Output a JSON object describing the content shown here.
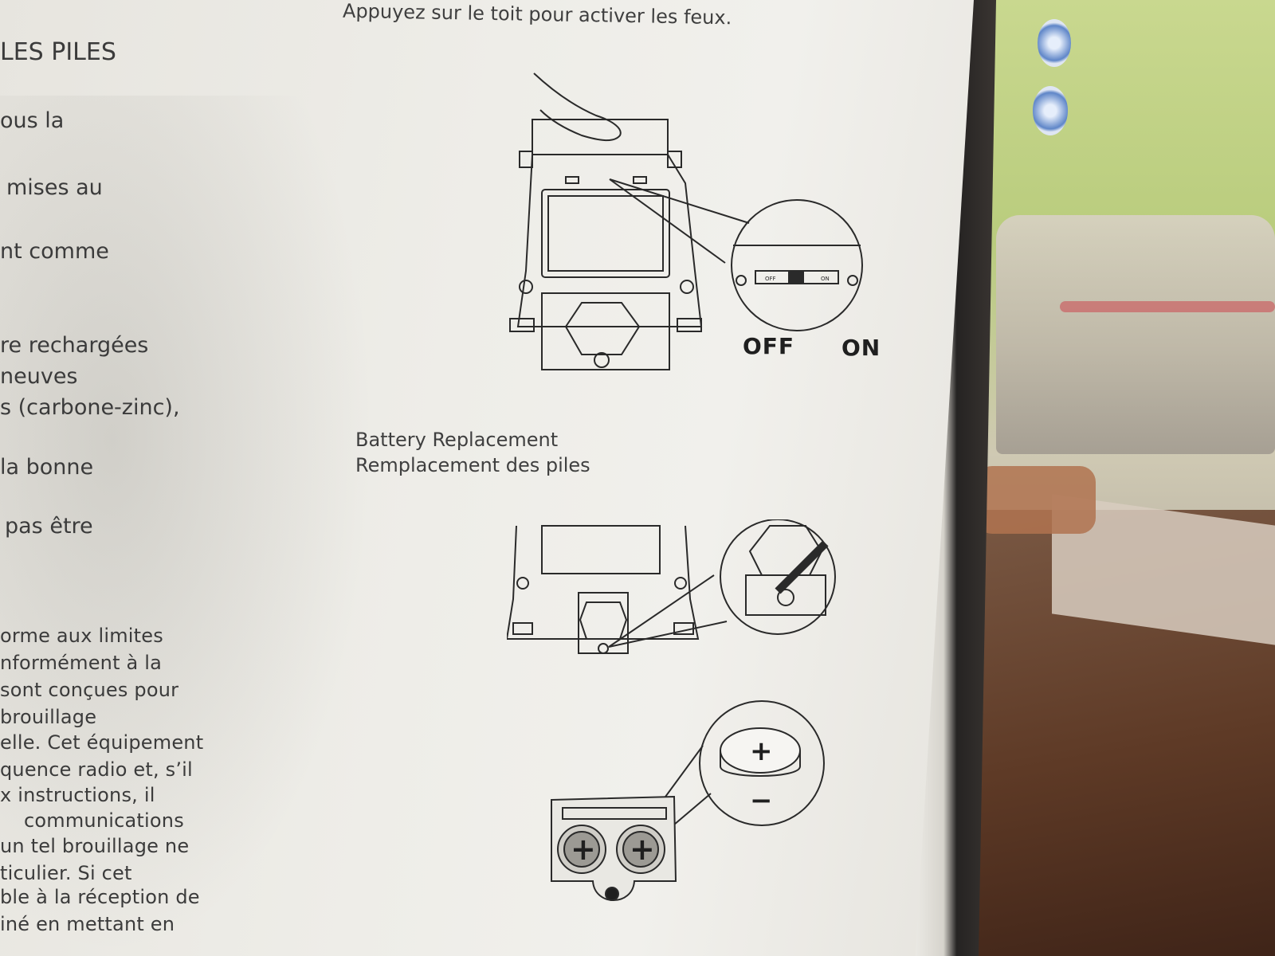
{
  "photo": {
    "top_caption": "Appuyez sur le toit pour activer les feux.",
    "left_column_lines": [
      "LES PILES",
      "ous la",
      "mises au",
      "nt comme",
      "re rechargées",
      "neuves",
      "s (carbone-zinc),",
      "la bonne",
      "pas être",
      "orme aux limites",
      "nformément à la",
      "sont conçues pour",
      "brouillage",
      "elle. Cet équipement",
      "quence radio et, s’il",
      "x instructions, il",
      "communications",
      "un tel brouillage ne",
      "ticulier.  Si cet",
      "ble à la réception de",
      "iné en mettant en"
    ],
    "switch_labels": {
      "off": "OFF",
      "on": "ON"
    },
    "switch_small_labels": {
      "off": "OFF",
      "on": "ON"
    },
    "section_caption": {
      "en": "Battery Replacement",
      "fr": "Remplacement des piles"
    },
    "battery_symbols": {
      "plus": "+",
      "minus": "−"
    }
  }
}
